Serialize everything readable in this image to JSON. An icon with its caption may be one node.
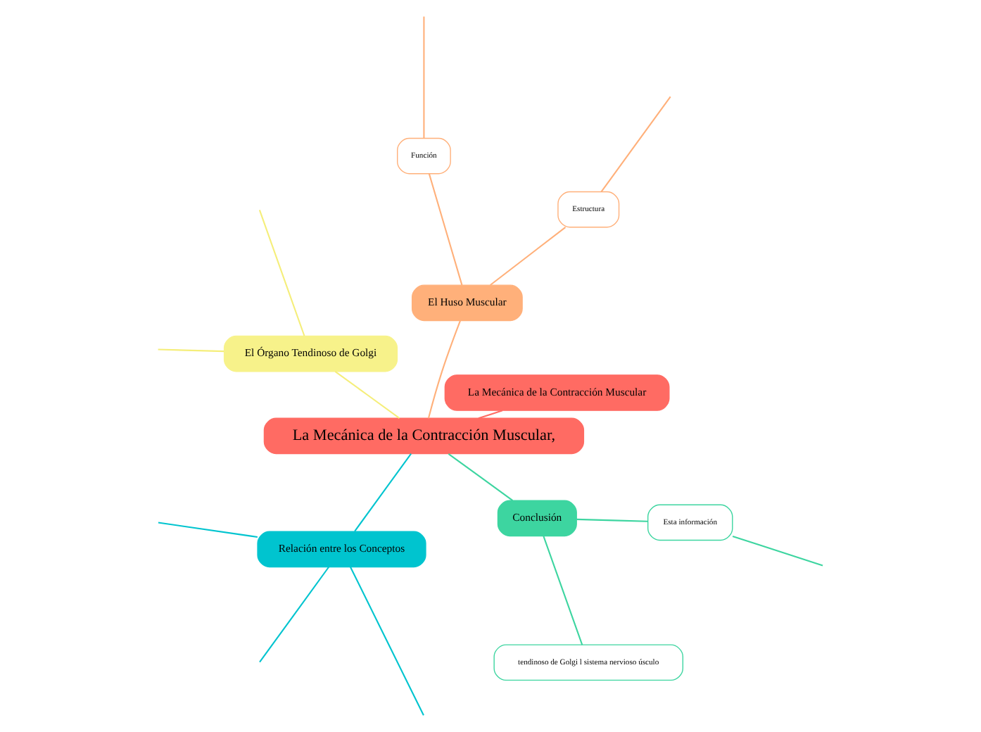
{
  "diagram": {
    "nodes": [
      {
        "text": [
          "La Mecánica de la Contracción Muscular,"
        ]
      },
      {
        "text": [
          "La Mecánica de la Contracción Muscular"
        ]
      },
      {
        "text": [
          "El Huso Muscular"
        ]
      },
      {
        "text": [
          "Estructura"
        ]
      },
      {
        "text": [
          "Función"
        ]
      },
      {
        "text": [
          "El Órgano Tendinoso de Golgi"
        ]
      },
      {
        "text": [
          "Relación entre los Conceptos"
        ]
      },
      {
        "text": [
          "Conclusión"
        ]
      },
      {
        "text": [
          "tendinoso de Golgi l sistema nervioso úsculo"
        ]
      },
      {
        "text": [
          "Esta información"
        ]
      }
    ],
    "edges": [
      {
        "from": 0,
        "to": 1,
        "arrow": "none",
        "color": "#ff6b63"
      },
      {
        "from": 0,
        "to": 2,
        "arrow": "none",
        "color": "#ffb07a"
      },
      {
        "from": 2,
        "to": 3,
        "arrow": "none",
        "color": "#ffb07a"
      },
      {
        "from": 2,
        "to": 4,
        "arrow": "none",
        "color": "#ffb07a"
      },
      {
        "from": 3,
        "to": null,
        "arrow": "none",
        "color": "#ffb07a"
      },
      {
        "from": 4,
        "to": null,
        "arrow": "none",
        "color": "#ffb07a"
      },
      {
        "from": 0,
        "to": 5,
        "arrow": "none",
        "color": "#f5ee7a"
      },
      {
        "from": 5,
        "to": null,
        "arrow": "none",
        "color": "#f5ee7a"
      },
      {
        "from": 5,
        "to": null,
        "arrow": "none",
        "color": "#f5ee7a"
      },
      {
        "from": 0,
        "to": 6,
        "arrow": "none",
        "color": "#00c4cf"
      },
      {
        "from": 6,
        "to": null,
        "arrow": "none",
        "color": "#00c4cf"
      },
      {
        "from": 6,
        "to": null,
        "arrow": "none",
        "color": "#00c4cf"
      },
      {
        "from": 6,
        "to": null,
        "arrow": "none",
        "color": "#00c4cf"
      },
      {
        "from": 0,
        "to": 7,
        "arrow": "none",
        "color": "#3dd5a0"
      },
      {
        "from": 7,
        "to": 8,
        "arrow": "none",
        "color": "#3dd5a0"
      },
      {
        "from": 7,
        "to": 9,
        "arrow": "none",
        "color": "#3dd5a0"
      },
      {
        "from": 9,
        "to": null,
        "arrow": "none",
        "color": "#3dd5a0"
      }
    ]
  }
}
